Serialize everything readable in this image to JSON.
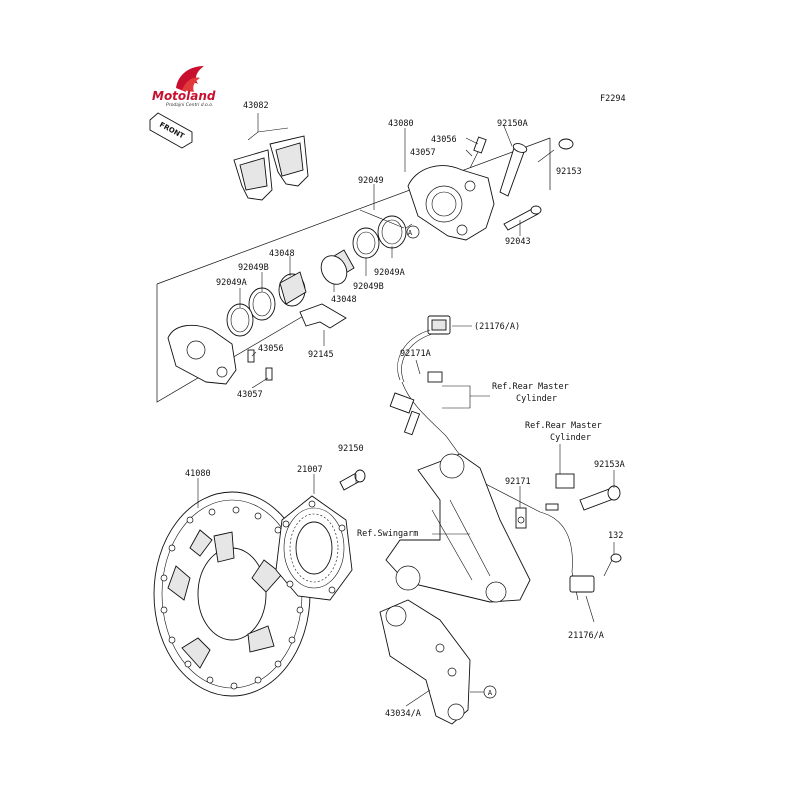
{
  "logo": {
    "brand": "Motoland",
    "tagline": "Prodajni Centri d.o.o."
  },
  "front_arrow_label": "FRONT",
  "figure_code": "F2294",
  "callouts": [
    {
      "id": "c-43082",
      "text": "43082"
    },
    {
      "id": "c-43080",
      "text": "43080"
    },
    {
      "id": "c-43056-top",
      "text": "43056"
    },
    {
      "id": "c-92150A",
      "text": "92150A"
    },
    {
      "id": "c-43057-top",
      "text": "43057"
    },
    {
      "id": "c-92153",
      "text": "92153"
    },
    {
      "id": "c-92049",
      "text": "92049"
    },
    {
      "id": "c-A-caliper",
      "text": "A"
    },
    {
      "id": "c-92043",
      "text": "92043"
    },
    {
      "id": "c-43048-a",
      "text": "43048"
    },
    {
      "id": "c-92049B-a",
      "text": "92049B"
    },
    {
      "id": "c-92049A-a",
      "text": "92049A"
    },
    {
      "id": "c-92049A-b",
      "text": "92049A"
    },
    {
      "id": "c-92049B-b",
      "text": "92049B"
    },
    {
      "id": "c-43048-b",
      "text": "43048"
    },
    {
      "id": "c-43056-bot",
      "text": "43056"
    },
    {
      "id": "c-92145",
      "text": "92145"
    },
    {
      "id": "c-43057-bot",
      "text": "43057"
    },
    {
      "id": "c-21176A-top",
      "text": "(21176/A)"
    },
    {
      "id": "c-92171A",
      "text": "92171A"
    },
    {
      "id": "c-ref-master-1-a",
      "text": "Ref.Rear Master"
    },
    {
      "id": "c-ref-master-1-b",
      "text": "Cylinder"
    },
    {
      "id": "c-ref-master-2-a",
      "text": "Ref.Rear Master"
    },
    {
      "id": "c-ref-master-2-b",
      "text": "Cylinder"
    },
    {
      "id": "c-92150",
      "text": "92150"
    },
    {
      "id": "c-41080",
      "text": "41080"
    },
    {
      "id": "c-21007",
      "text": "21007"
    },
    {
      "id": "c-92171",
      "text": "92171"
    },
    {
      "id": "c-92153A",
      "text": "92153A"
    },
    {
      "id": "c-ref-swingarm",
      "text": "Ref.Swingarm"
    },
    {
      "id": "c-132",
      "text": "132"
    },
    {
      "id": "c-21176A-bot",
      "text": "21176/A"
    },
    {
      "id": "c-A-bracket",
      "text": "A"
    },
    {
      "id": "c-43034A",
      "text": "43034/A"
    }
  ]
}
